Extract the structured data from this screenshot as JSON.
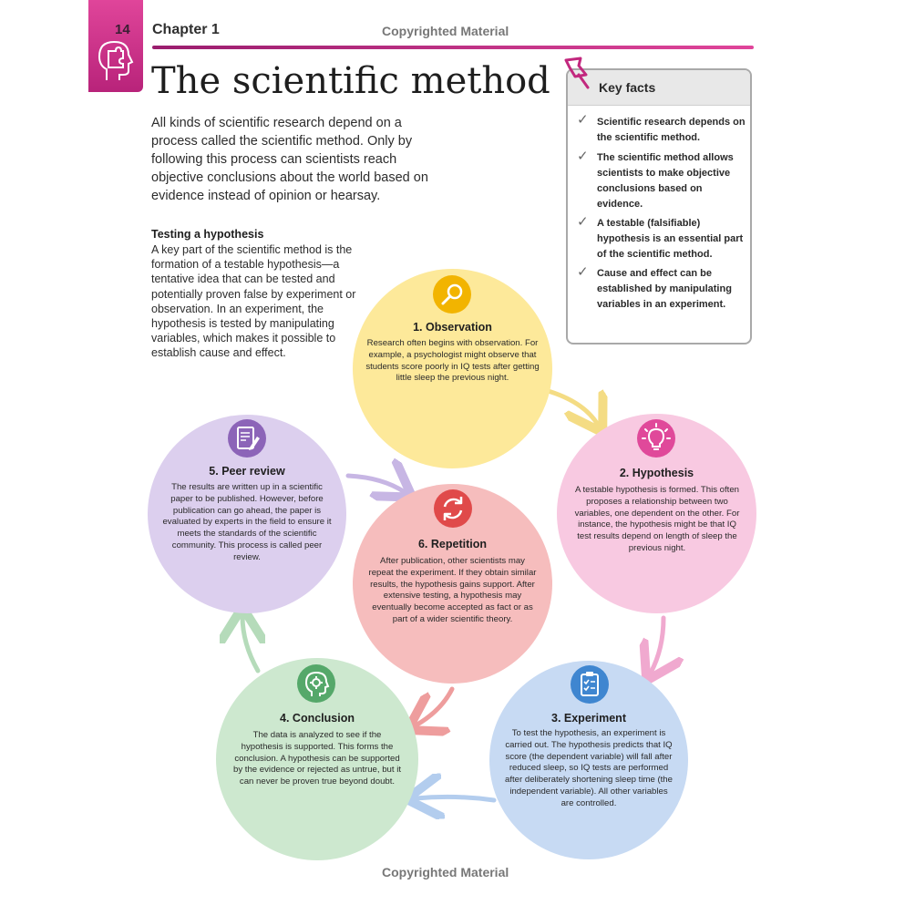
{
  "header": {
    "page_number": "14",
    "chapter": "Chapter 1",
    "copyright": "Copyrighted Material"
  },
  "footer": {
    "copyright": "Copyrighted Material"
  },
  "title": "The scientific method",
  "intro": "All kinds of scientific research depend on a process called the scientific method. Only by following this process can scientists reach objective conclusions about the world based on evidence instead of opinion or hearsay.",
  "testing": {
    "heading": "Testing a hypothesis",
    "body": "A key part of the scientific method is the formation of a testable hypothesis—a tentative idea that can be tested and potentially proven false by experiment or observation. In an experiment, the hypothesis is tested by manipulating variables, which makes it possible to establish cause and effect."
  },
  "key_facts": {
    "title": "Key facts",
    "items": [
      "Scientific research depends on the scientific method.",
      "The scientific method allows scientists to make objective conclusions based on evidence.",
      "A testable (falsifiable) hypothesis is an essential part of the scientific method.",
      "Cause and effect can be established by manipulating variables in an experiment."
    ]
  },
  "steps": [
    {
      "title": "1. Observation",
      "text": "Research often begins with observation. For example, a psychologist might observe that students score poorly in IQ tests after getting little sleep the previous night.",
      "icon": "magnifier-icon",
      "color": "#fde99a",
      "icon_color": "#f2b400"
    },
    {
      "title": "2. Hypothesis",
      "text": "A testable hypothesis is formed. This often proposes a relationship between two variables, one dependent on the other. For instance, the hypothesis might be that IQ test results depend on length of sleep the previous night.",
      "icon": "lightbulb-icon",
      "color": "#f8c9e1",
      "icon_color": "#e0499a"
    },
    {
      "title": "3. Experiment",
      "text": "To test the hypothesis, an experiment is carried out. The hypothesis predicts that IQ score (the dependent variable) will fall after reduced sleep, so IQ tests are performed after deliberately shortening sleep time (the independent variable). All other variables are controlled.",
      "icon": "clipboard-icon",
      "color": "#c7daf3",
      "icon_color": "#3f86d0"
    },
    {
      "title": "4. Conclusion",
      "text": "The data is analyzed to see if the hypothesis is supported. This forms the conclusion. A hypothesis can be supported by the evidence or rejected as untrue, but it can never be proven true beyond doubt.",
      "icon": "head-gear-icon",
      "color": "#cde8cf",
      "icon_color": "#55a86a"
    },
    {
      "title": "5. Peer review",
      "text": "The results are written up in a scientific paper to be published. However, before publication can go ahead, the paper is evaluated by experts in the field to ensure it meets the standards of the scientific community. This process is called peer review.",
      "icon": "document-pen-icon",
      "color": "#dccfee",
      "icon_color": "#8c64b8"
    },
    {
      "title": "6. Repetition",
      "text": "After publication, other scientists may repeat the experiment. If they obtain similar results, the hypothesis gains support. After extensive testing, a hypothesis may eventually become accepted as fact or as part of a wider scientific theory.",
      "icon": "cycle-arrows-icon",
      "color": "#f6bdbd",
      "icon_color": "#e04a4a"
    }
  ],
  "colors": {
    "accent": "#c22a86",
    "arrow_yellow": "#f7e39a",
    "arrow_pink": "#f2b6d6",
    "arrow_blue": "#bcd3f0",
    "arrow_green": "#bfe0c4",
    "arrow_purple": "#cfc0e8",
    "arrow_red": "#f1a6a6"
  }
}
